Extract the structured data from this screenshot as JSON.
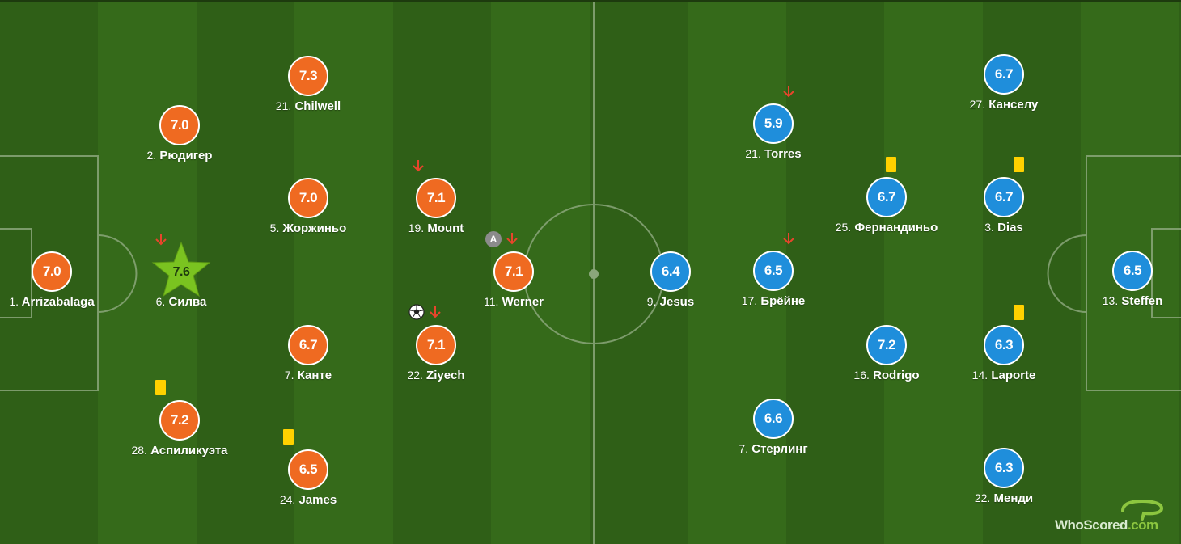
{
  "colors": {
    "home": "#ef6a21",
    "away": "#1f8edb",
    "motm": "#7ac320",
    "card": "#ffd100",
    "sub": "#e8452c"
  },
  "home_team": {
    "players": [
      {
        "id": "arrizabalaga",
        "number": "1.",
        "name": "Arrizabalaga",
        "rating": "7.0"
      },
      {
        "id": "silva",
        "number": "6.",
        "name": "Силва",
        "rating": "7.6",
        "motm": true,
        "subbed_off": true
      },
      {
        "id": "rudiger",
        "number": "2.",
        "name": "Рюдигер",
        "rating": "7.0"
      },
      {
        "id": "azpilicueta",
        "number": "28.",
        "name": "Аспиликуэта",
        "rating": "7.2",
        "yellow_card": true
      },
      {
        "id": "chilwell",
        "number": "21.",
        "name": "Chilwell",
        "rating": "7.3"
      },
      {
        "id": "jorginho",
        "number": "5.",
        "name": "Жоржиньо",
        "rating": "7.0"
      },
      {
        "id": "kante",
        "number": "7.",
        "name": "Канте",
        "rating": "6.7"
      },
      {
        "id": "james",
        "number": "24.",
        "name": "James",
        "rating": "6.5",
        "yellow_card": true
      },
      {
        "id": "mount",
        "number": "19.",
        "name": "Mount",
        "rating": "7.1",
        "subbed_off": true
      },
      {
        "id": "ziyech",
        "number": "22.",
        "name": "Ziyech",
        "rating": "7.1",
        "subbed_off": true,
        "goal": true
      },
      {
        "id": "werner",
        "number": "11.",
        "name": "Werner",
        "rating": "7.1",
        "subbed_off": true,
        "assist": true
      }
    ]
  },
  "away_team": {
    "players": [
      {
        "id": "jesus",
        "number": "9.",
        "name": "Jesus",
        "rating": "6.4"
      },
      {
        "id": "torres",
        "number": "21.",
        "name": "Torres",
        "rating": "5.9",
        "subbed_off": true
      },
      {
        "id": "debruyne",
        "number": "17.",
        "name": "Брёйне",
        "rating": "6.5",
        "subbed_off": true
      },
      {
        "id": "sterling",
        "number": "7.",
        "name": "Стерлинг",
        "rating": "6.6"
      },
      {
        "id": "fernandinho",
        "number": "25.",
        "name": "Фернандиньо",
        "rating": "6.7",
        "yellow_card": true
      },
      {
        "id": "rodrigo",
        "number": "16.",
        "name": "Rodrigo",
        "rating": "7.2"
      },
      {
        "id": "cancelo",
        "number": "27.",
        "name": "Канселу",
        "rating": "6.7"
      },
      {
        "id": "dias",
        "number": "3.",
        "name": "Dias",
        "rating": "6.7",
        "yellow_card": true
      },
      {
        "id": "laporte",
        "number": "14.",
        "name": "Laporte",
        "rating": "6.3",
        "yellow_card": true
      },
      {
        "id": "mendy",
        "number": "22.",
        "name": "Менди",
        "rating": "6.3"
      },
      {
        "id": "steffen",
        "number": "13.",
        "name": "Steffen",
        "rating": "6.5"
      }
    ]
  },
  "assist_marker": "A",
  "logo": {
    "text": "WhoScored",
    "suffix": ".com"
  }
}
